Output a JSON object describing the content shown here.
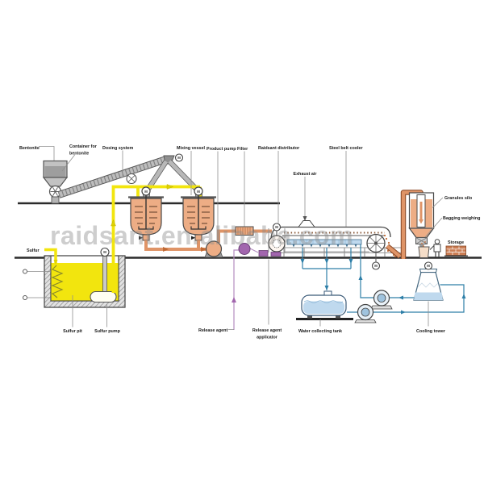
{
  "diagram": {
    "watermark": "raidsant.en.alibaba.com",
    "motor_label": "M",
    "labels": {
      "bentonite": "Bentonite",
      "container_for_bentonite": [
        "Container for",
        "bentonite"
      ],
      "dosing_system": "Dosing system",
      "mixing_vessel": "Mixing vessel",
      "product_pump": "Product pump",
      "filter": "Filter",
      "raidsant_distributor": "Raidsant distributor",
      "exhaust_air": "Exhaust air",
      "steel_belt_cooler": "Steel belt cooler",
      "granules_silo": "Granules silo",
      "bagging_weighing": "Bagging weighing",
      "storage": "Storage",
      "sulfur": "Sulfur",
      "sulfur_pit": "Sulfur pit",
      "sulfur_pump": "Sulfur pump",
      "release_agent": "Release agent",
      "release_agent_applicator": [
        "Release agent",
        "applicator"
      ],
      "water_collecting_tank": "Water collecting tank",
      "cooling_tower": "Cooling tower"
    },
    "colors": {
      "sulfur_yellow": "#F2E50E",
      "process_orange": "#EDAD85",
      "pipe_orange": "#DF9467",
      "water_blue": "#BFD9EE",
      "pipe_blue": "#2E7FA8",
      "release_agent_purple": "#A266AE",
      "equipment_gray": "#BDBDBD",
      "outline": "#444444"
    }
  }
}
